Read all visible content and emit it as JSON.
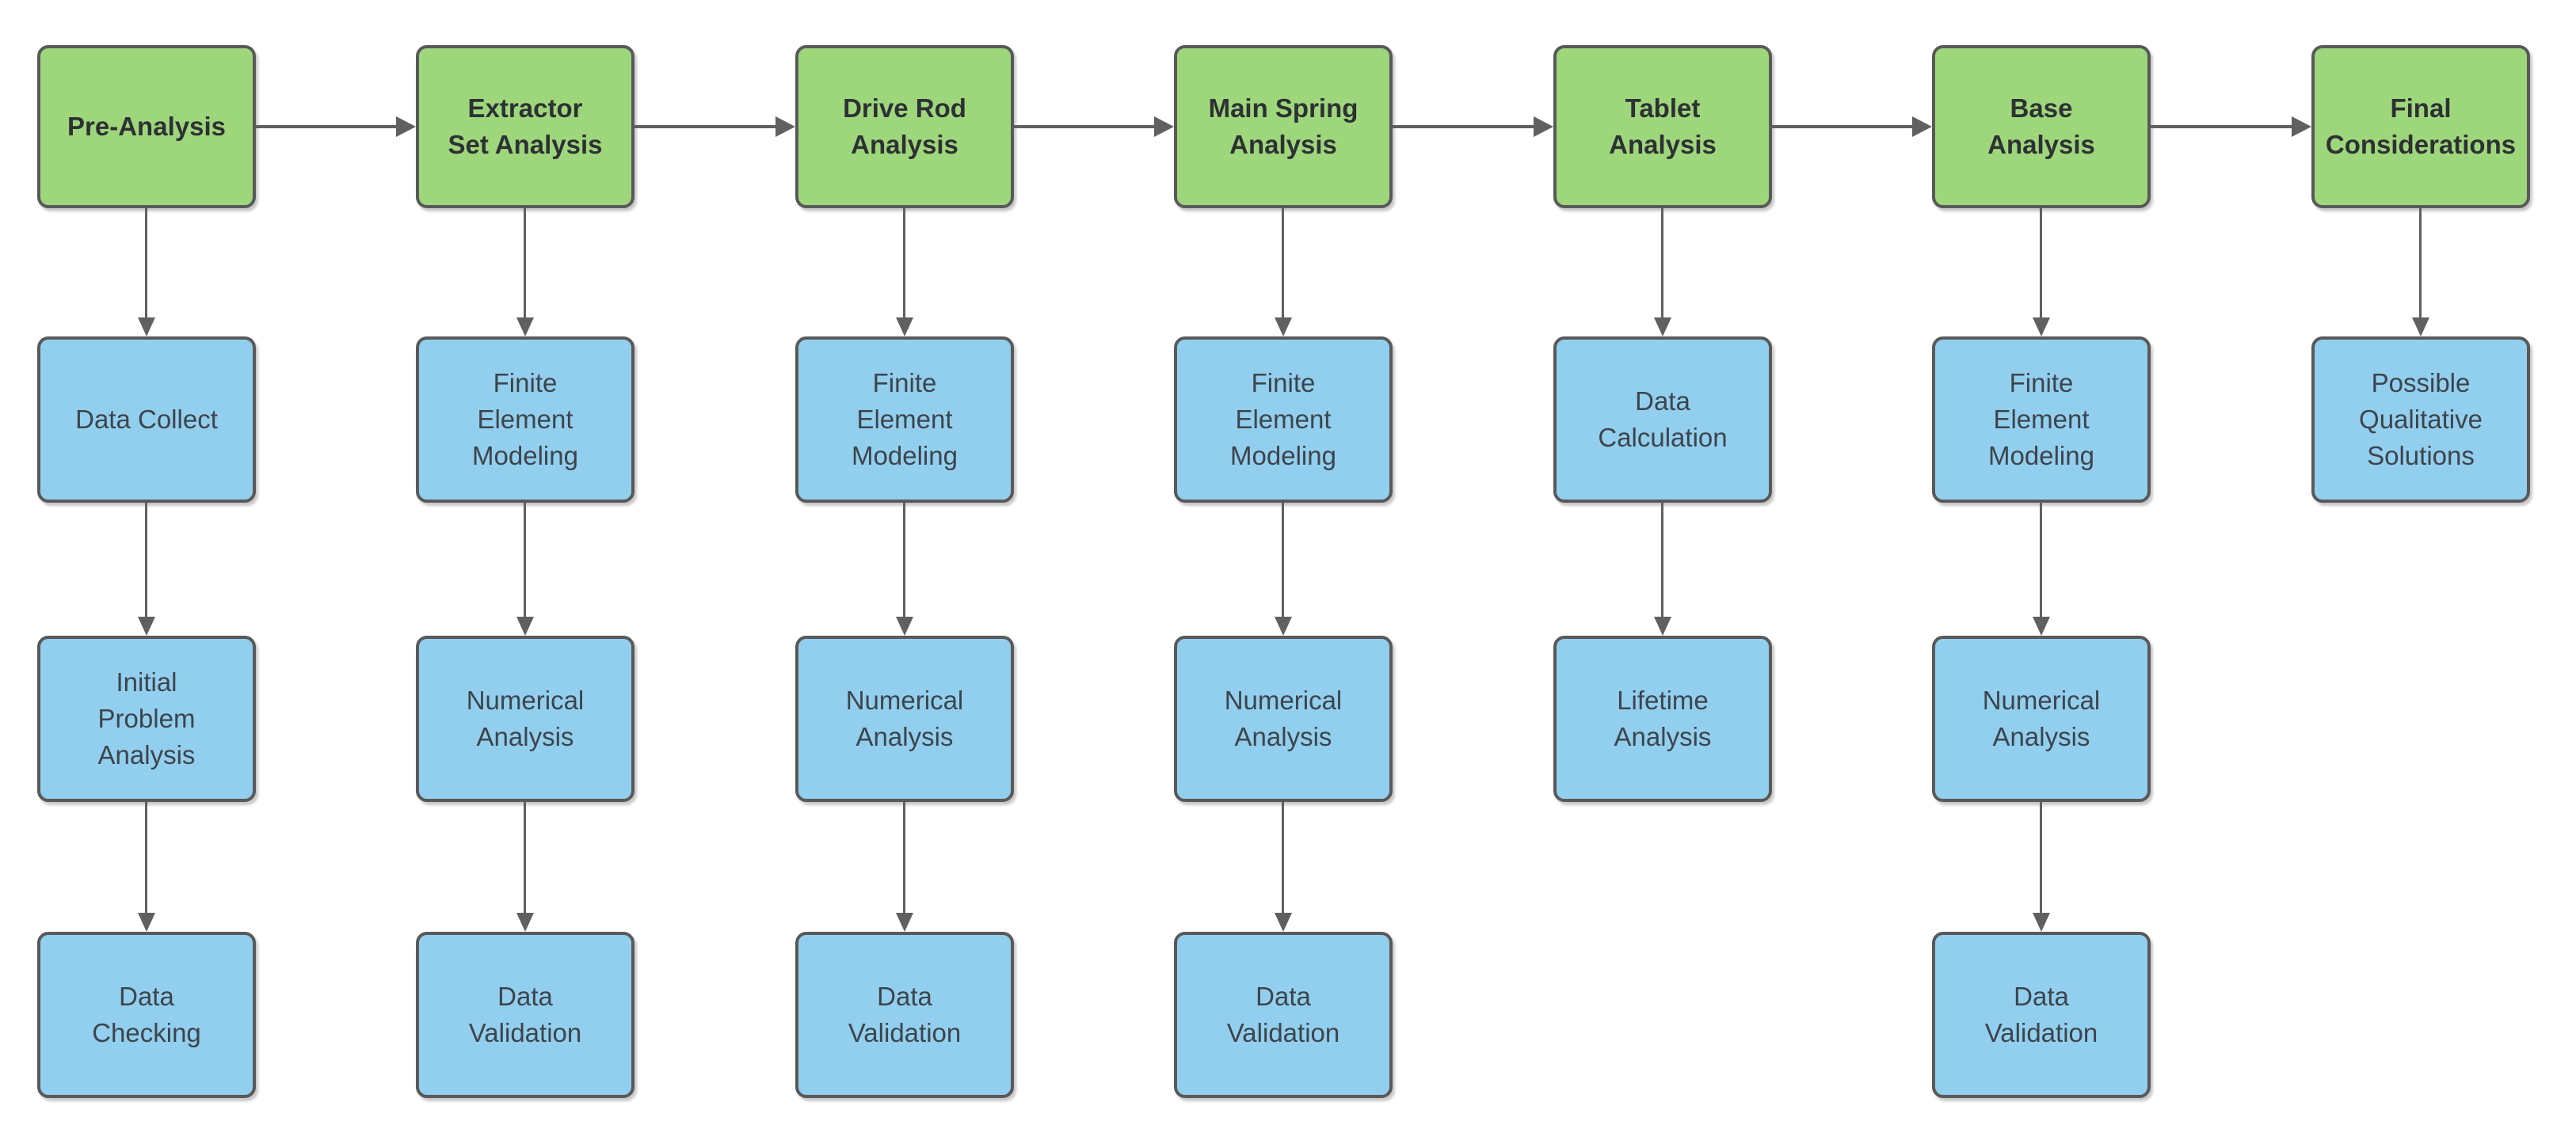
{
  "diagram": {
    "type": "flowchart",
    "columns": [
      {
        "header": "Pre-Analysis",
        "steps": [
          "Data Collect",
          "Initial\nProblem\nAnalysis",
          "Data\nChecking"
        ]
      },
      {
        "header": "Extractor\nSet Analysis",
        "steps": [
          "Finite\nElement\nModeling",
          "Numerical\nAnalysis",
          "Data\nValidation"
        ]
      },
      {
        "header": "Drive Rod\nAnalysis",
        "steps": [
          "Finite\nElement\nModeling",
          "Numerical\nAnalysis",
          "Data\nValidation"
        ]
      },
      {
        "header": "Main Spring\nAnalysis",
        "steps": [
          "Finite\nElement\nModeling",
          "Numerical\nAnalysis",
          "Data\nValidation"
        ]
      },
      {
        "header": "Tablet\nAnalysis",
        "steps": [
          "Data\nCalculation",
          "Lifetime\nAnalysis"
        ]
      },
      {
        "header": "Base\nAnalysis",
        "steps": [
          "Finite\nElement\nModeling",
          "Numerical\nAnalysis",
          "Data\nValidation"
        ]
      },
      {
        "header": "Final\nConsiderations",
        "steps": [
          "Possible\nQualitative\nSolutions"
        ]
      }
    ],
    "colors": {
      "header_fill": "#9ED77B",
      "step_fill": "#92CFEF",
      "border": "#595959",
      "arrow": "#606060",
      "header_text": "#2E3134",
      "step_text": "#3D444B"
    }
  }
}
